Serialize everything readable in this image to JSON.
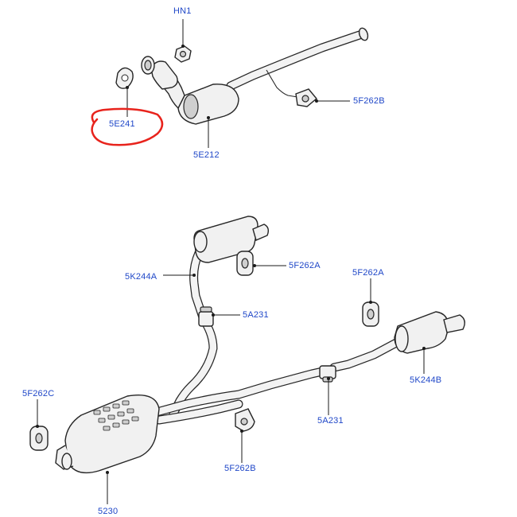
{
  "diagram": {
    "accent_color": "#1f47c8",
    "highlight_color": "#e8231c",
    "labels": {
      "hn1": "HN1",
      "gasket": "5E241",
      "front_pipe": "5E212",
      "insulator_top": "5F262B",
      "rear_pipe_left": "5K244A",
      "insulator_mid_a": "5F262A",
      "insulator_right_a": "5F262A",
      "clamp_upper": "5A231",
      "insulator_left_c": "5F262C",
      "rear_muffler_right": "5K244B",
      "clamp_lower": "5A231",
      "insulator_lower_b": "5F262B",
      "center_muffler": "5230"
    }
  }
}
